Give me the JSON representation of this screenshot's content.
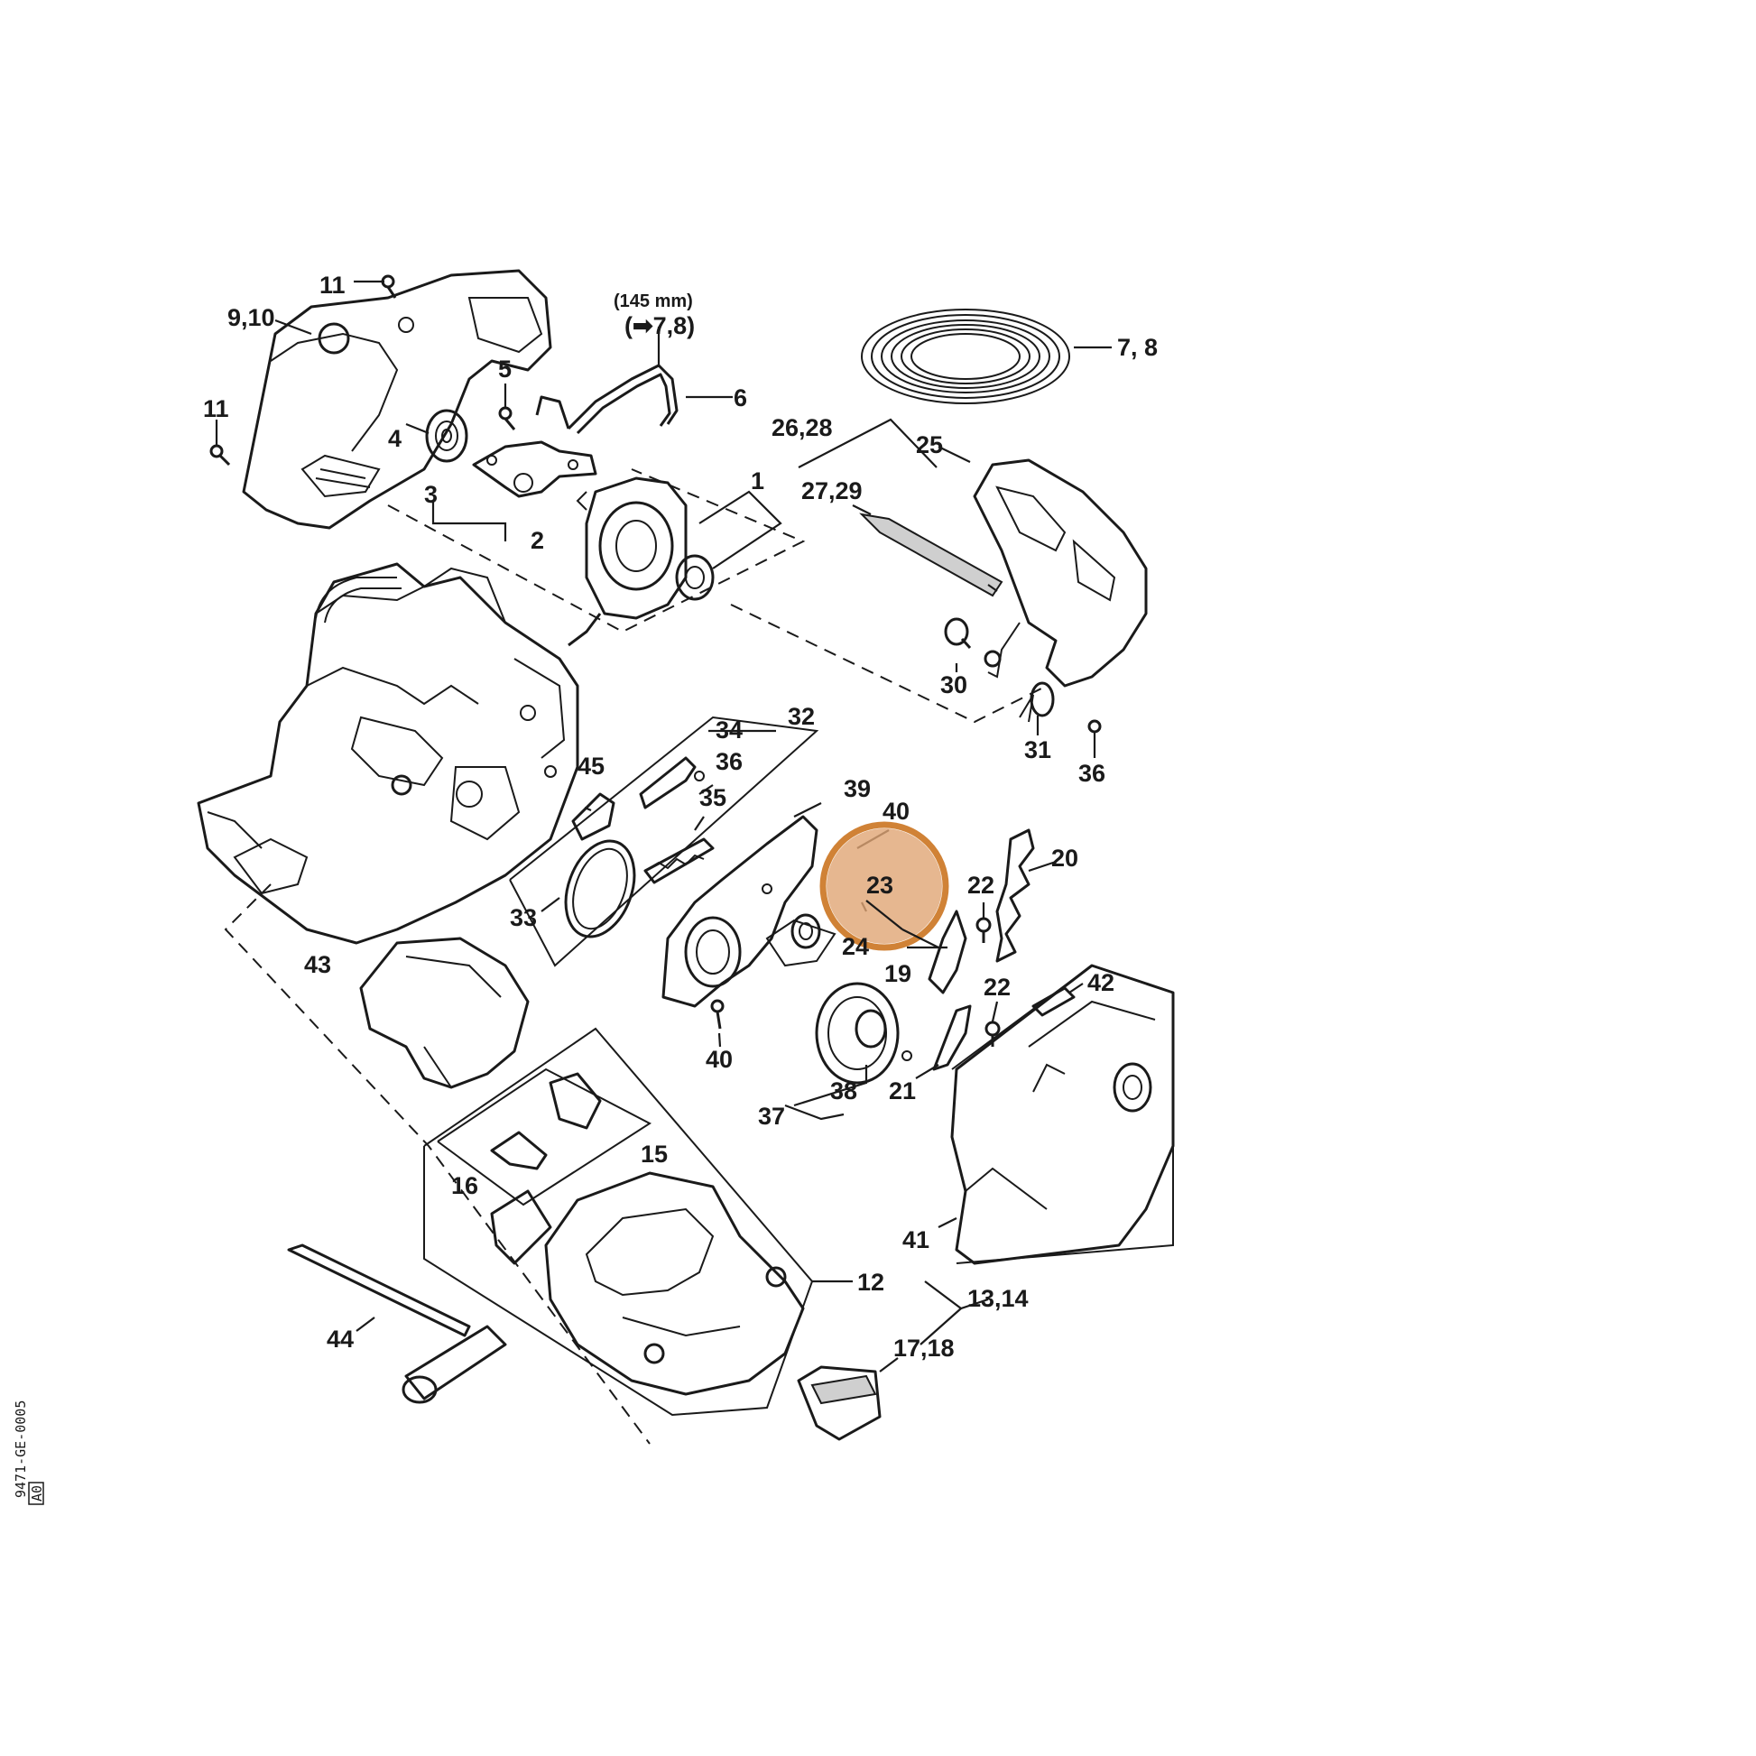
{
  "labels": {
    "l11a": "11",
    "l910": "9,10",
    "l11b": "11",
    "l4": "4",
    "l5": "5",
    "l3": "3",
    "l2": "2",
    "l145": "(145 mm)",
    "l78ref": "(➡7,8)",
    "l6": "6",
    "l78": "7, 8",
    "l1": "1",
    "l2628": "26,28",
    "l2729": "27,29",
    "l25": "25",
    "l30": "30",
    "l31": "31",
    "l36a": "36",
    "l32": "32",
    "l34": "34",
    "l36b": "36",
    "l45": "45",
    "l35": "35",
    "l33": "33",
    "l39": "39",
    "l40a": "40",
    "l23": "23",
    "l24": "24",
    "l19": "19",
    "l22a": "22",
    "l20": "20",
    "l43": "43",
    "l40b": "40",
    "l22b": "22",
    "l42": "42",
    "l38": "38",
    "l21": "21",
    "l37": "37",
    "l15": "15",
    "l16": "16",
    "l41": "41",
    "l12": "12",
    "l1314": "13,14",
    "l1718": "17,18",
    "l44": "44"
  },
  "side_code": "9471-GE-0005",
  "side_badge": "A0",
  "highlight": {
    "label_ref": "23",
    "color": "#e0a574",
    "ring_color": "#d08236"
  }
}
